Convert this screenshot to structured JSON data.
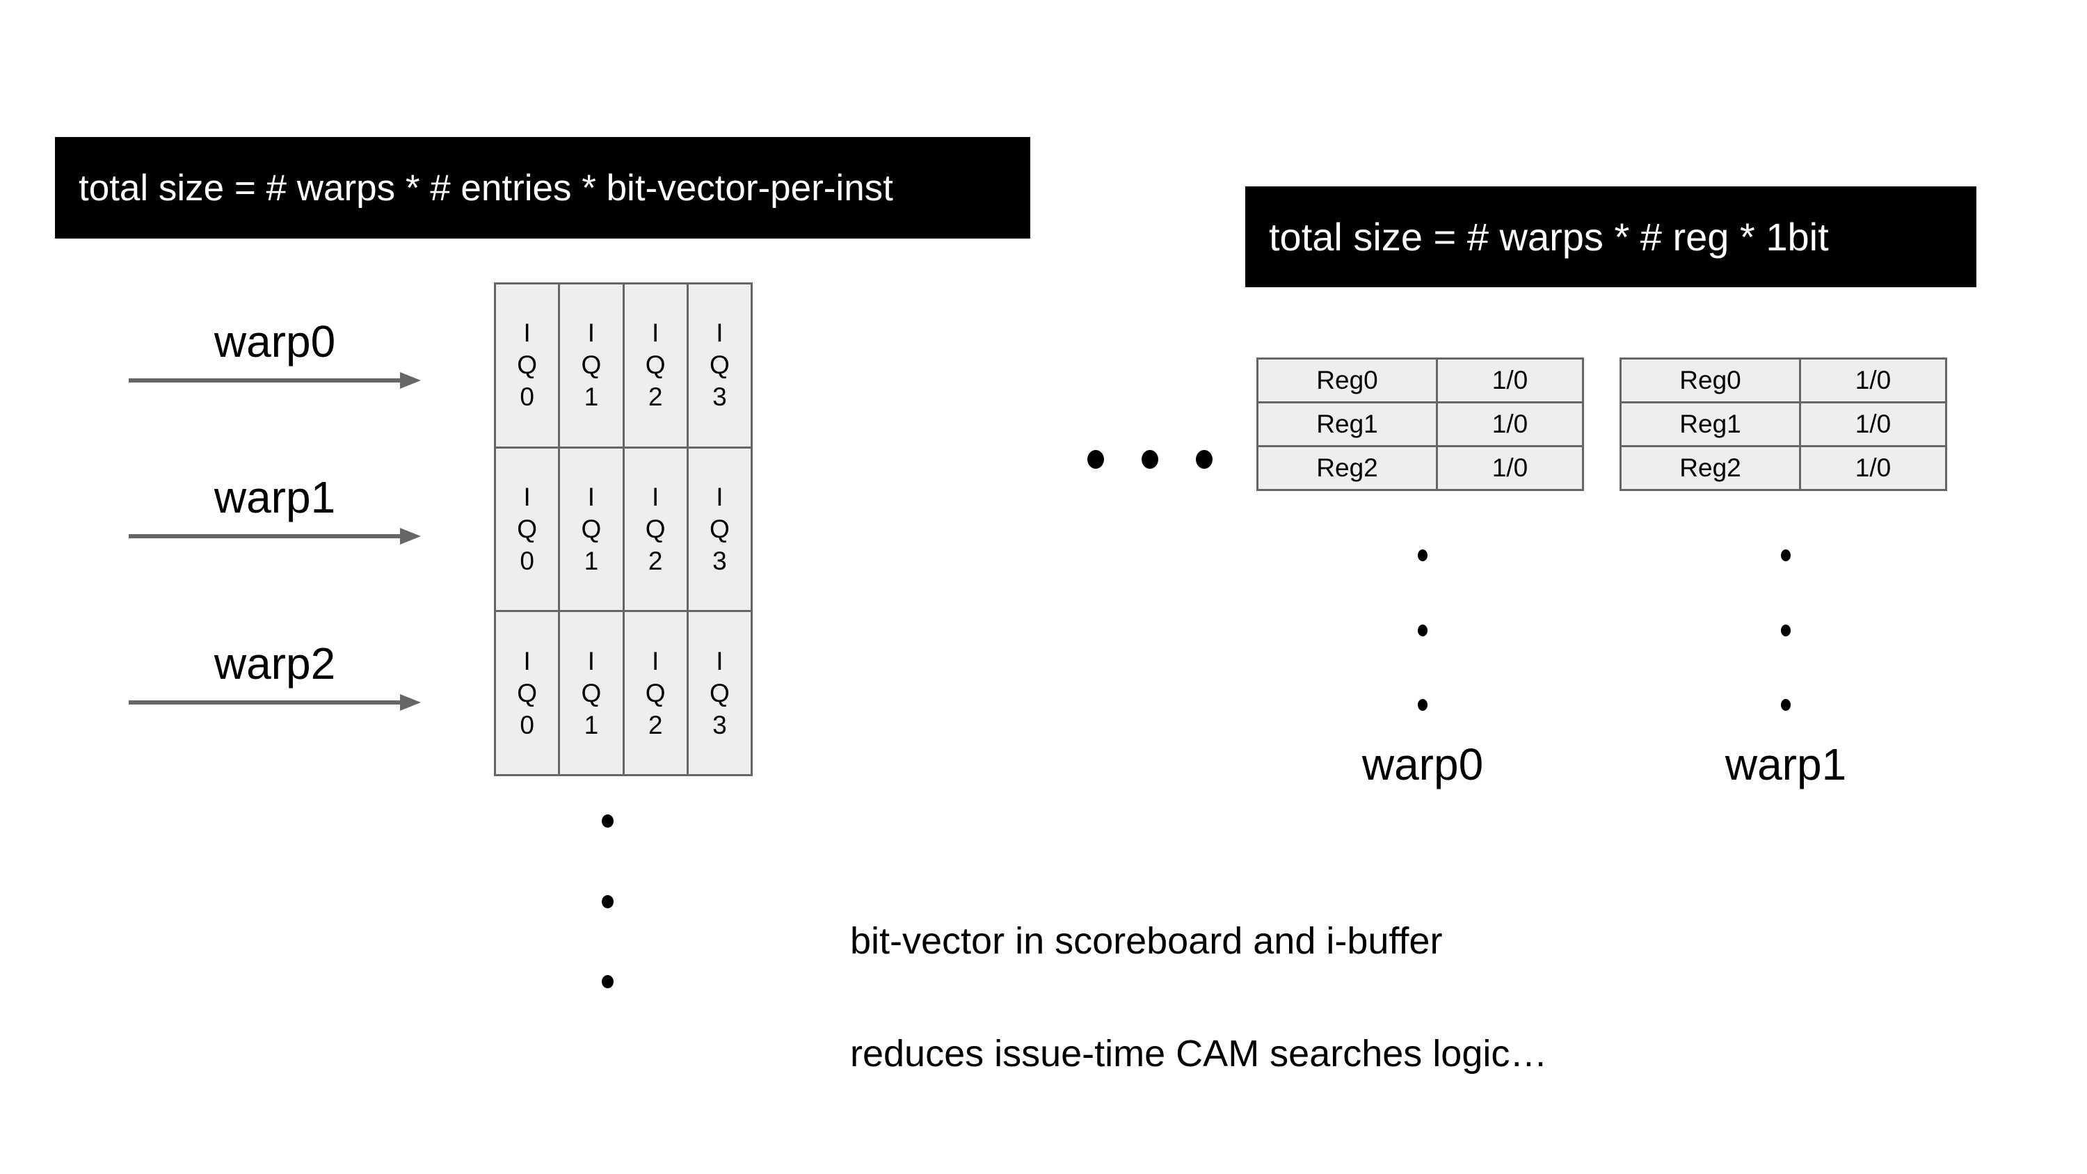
{
  "banners": {
    "iq": "total size = # warps * # entries * bit-vector-per-inst",
    "reg": "total size = # warps * # reg * 1bit"
  },
  "warp_arrows": [
    {
      "label": "warp0"
    },
    {
      "label": "warp1"
    },
    {
      "label": "warp2"
    }
  ],
  "iq_grid": {
    "rows": [
      [
        {
          "l1": "I",
          "l2": "Q",
          "l3": "0"
        },
        {
          "l1": "I",
          "l2": "Q",
          "l3": "1"
        },
        {
          "l1": "I",
          "l2": "Q",
          "l3": "2"
        },
        {
          "l1": "I",
          "l2": "Q",
          "l3": "3"
        }
      ],
      [
        {
          "l1": "I",
          "l2": "Q",
          "l3": "0"
        },
        {
          "l1": "I",
          "l2": "Q",
          "l3": "1"
        },
        {
          "l1": "I",
          "l2": "Q",
          "l3": "2"
        },
        {
          "l1": "I",
          "l2": "Q",
          "l3": "3"
        }
      ],
      [
        {
          "l1": "I",
          "l2": "Q",
          "l3": "0"
        },
        {
          "l1": "I",
          "l2": "Q",
          "l3": "1"
        },
        {
          "l1": "I",
          "l2": "Q",
          "l3": "2"
        },
        {
          "l1": "I",
          "l2": "Q",
          "l3": "3"
        }
      ]
    ]
  },
  "reg_tables": [
    {
      "caption": "warp0",
      "rows": [
        {
          "name": "Reg0",
          "value": "1/0"
        },
        {
          "name": "Reg1",
          "value": "1/0"
        },
        {
          "name": "Reg2",
          "value": "1/0"
        }
      ]
    },
    {
      "caption": "warp1",
      "rows": [
        {
          "name": "Reg0",
          "value": "1/0"
        },
        {
          "name": "Reg1",
          "value": "1/0"
        },
        {
          "name": "Reg2",
          "value": "1/0"
        }
      ]
    }
  ],
  "notes": [
    "bit-vector in scoreboard and i-buffer",
    "reduces issue-time CAM searches logic…"
  ],
  "colors": {
    "banner_bg": "#000000",
    "banner_text": "#ffffff",
    "cell_bg": "#eeeeee",
    "cell_border": "#666666",
    "arrow": "#666666",
    "page_bg": "#ffffff",
    "text": "#000000"
  }
}
